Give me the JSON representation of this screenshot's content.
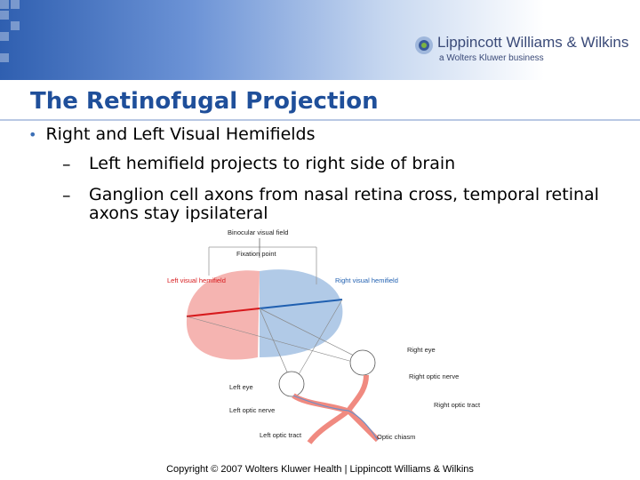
{
  "header": {
    "logo_name": "Lippincott Williams & Wilkins",
    "logo_sub": "a Wolters Kluwer business",
    "brand_color": "#1f4f9a"
  },
  "slide": {
    "title": "The Retinofugal Projection",
    "bullet": "Right and Left Visual Hemifields",
    "subbullets": [
      "Left hemifield projects to right side of brain",
      "Ganglion cell axons from nasal retina cross, temporal retinal axons stay ipsilateral"
    ]
  },
  "figure": {
    "labels": {
      "binocular": "Binocular visual field",
      "fixation": "Fixation point",
      "left_hemifield": "Left visual hemifield",
      "right_hemifield": "Right visual hemifield",
      "right_eye": "Right eye",
      "right_optic_nerve": "Right optic nerve",
      "left_eye": "Left eye",
      "left_optic_nerve": "Left optic nerve",
      "right_optic_tract": "Right optic tract",
      "left_optic_tract": "Left optic tract",
      "optic_chiasm": "Optic chiasm"
    },
    "colors": {
      "left_field": "#f3a7a3",
      "right_field": "#a9c4e4",
      "left_line": "#d7191c",
      "right_line": "#1f5fb0",
      "nerve": "#f08a80"
    }
  },
  "footer": {
    "copyright": "Copyright © 2007 Wolters Kluwer Health | Lippincott Williams & Wilkins"
  }
}
